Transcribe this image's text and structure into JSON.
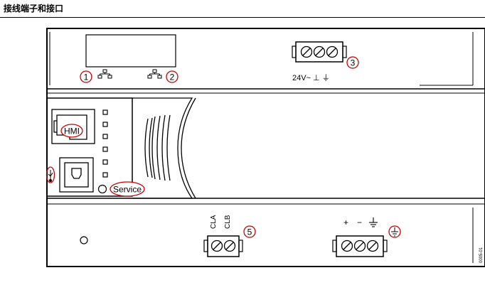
{
  "header": {
    "title": "接线端子和接口"
  },
  "device": {
    "hmi_label": "HMI",
    "service_label": "Service",
    "power_label": "24V~ ⊥ ⏚",
    "bus_labels": [
      "CLA",
      "CLB"
    ],
    "bus_power_signs": [
      "+",
      "−"
    ],
    "callouts": [
      "1",
      "2",
      "3",
      "5"
    ],
    "side_code": "0005-01"
  },
  "colors": {
    "outline": "#000000",
    "callout": "#cc0000"
  },
  "icons": [
    "ethernet-icon",
    "ethernet-icon",
    "usb-icon",
    "ground-icon",
    "earth-icon",
    "screw-terminal-icon"
  ]
}
